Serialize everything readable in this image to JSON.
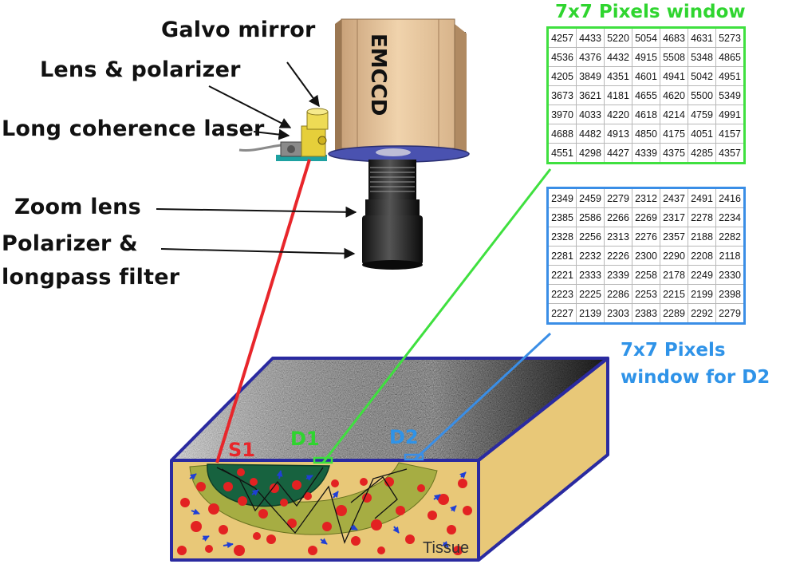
{
  "labels": {
    "galvo": "Galvo mirror",
    "lens_polarizer": "Lens & polarizer",
    "laser": "Long coherence laser",
    "zoom": "Zoom lens",
    "polarizer_line1": "Polarizer &",
    "polarizer_line2": "longpass filter",
    "emccd": "EMCCD",
    "s1": "S1",
    "d1": "D1",
    "d2": "D2",
    "tissue": "Tissue",
    "window_d1_title": "7x7 Pixels window",
    "window_d2_line1": "7x7 Pixels",
    "window_d2_line2": "window for D2"
  },
  "colors": {
    "source": "#e8262b",
    "d1": "#3fe03f",
    "d2": "#3a8ee6",
    "tissue_side": "#e8c878",
    "box_border": "#2a2aa0"
  },
  "window_d1": [
    [
      "4257",
      "4433",
      "5220",
      "5054",
      "4683",
      "4631",
      "5273"
    ],
    [
      "4536",
      "4376",
      "4432",
      "4915",
      "5508",
      "5348",
      "4865"
    ],
    [
      "4205",
      "3849",
      "4351",
      "4601",
      "4941",
      "5042",
      "4951"
    ],
    [
      "3673",
      "3621",
      "4181",
      "4655",
      "4620",
      "5500",
      "5349"
    ],
    [
      "3970",
      "4033",
      "4220",
      "4618",
      "4214",
      "4759",
      "4991"
    ],
    [
      "4688",
      "4482",
      "4913",
      "4850",
      "4175",
      "4051",
      "4157"
    ],
    [
      "4551",
      "4298",
      "4427",
      "4339",
      "4375",
      "4285",
      "4357"
    ]
  ],
  "window_d2": [
    [
      "2349",
      "2459",
      "2279",
      "2312",
      "2437",
      "2491",
      "2416"
    ],
    [
      "2385",
      "2586",
      "2266",
      "2269",
      "2317",
      "2278",
      "2234"
    ],
    [
      "2328",
      "2256",
      "2313",
      "2276",
      "2357",
      "2188",
      "2282"
    ],
    [
      "2281",
      "2232",
      "2226",
      "2300",
      "2290",
      "2208",
      "2118"
    ],
    [
      "2221",
      "2333",
      "2339",
      "2258",
      "2178",
      "2249",
      "2330"
    ],
    [
      "2223",
      "2225",
      "2286",
      "2253",
      "2215",
      "2199",
      "2398"
    ],
    [
      "2227",
      "2139",
      "2303",
      "2383",
      "2289",
      "2292",
      "2279"
    ]
  ]
}
